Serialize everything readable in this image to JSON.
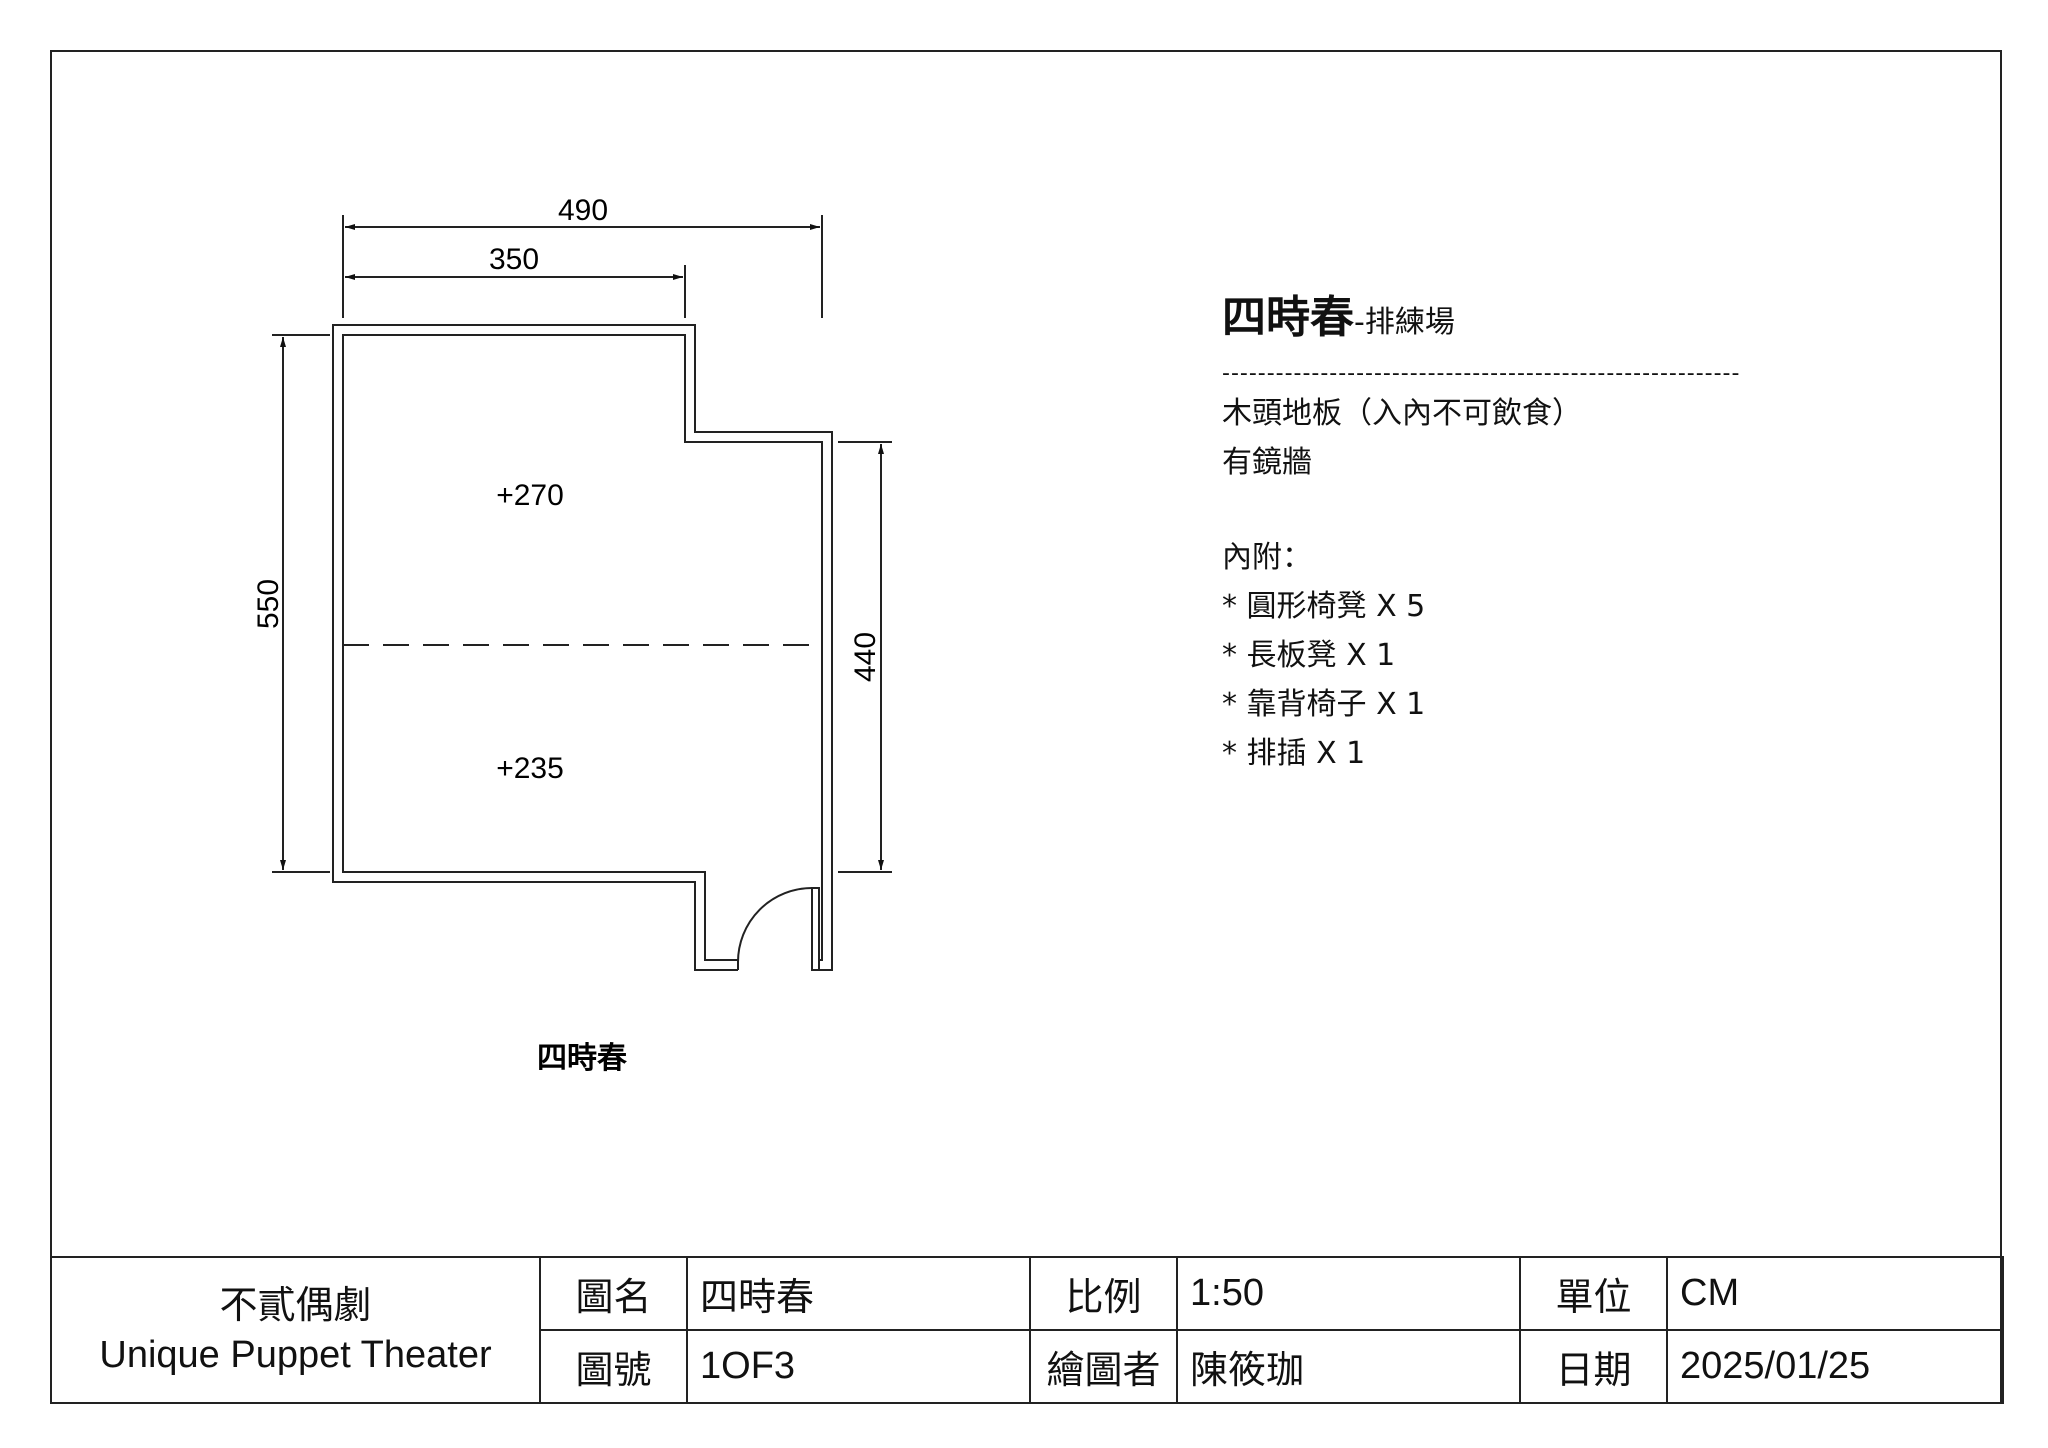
{
  "plan": {
    "dimensions": {
      "top_total": "490",
      "top_partial": "350",
      "left_height": "550",
      "right_height": "440"
    },
    "areas": {
      "upper": "+270",
      "lower": "+235"
    },
    "room_label": "四時春"
  },
  "info": {
    "title": "四時春",
    "title_suffix": "-排練場",
    "divider": "----------------------------------------------------------",
    "lines": [
      "木頭地板（入內不可飲食）",
      "有鏡牆"
    ],
    "included_label": "內附：",
    "items": [
      "* 圓形椅凳 X 5",
      "* 長板凳 X 1",
      "* 靠背椅子 X 1",
      "* 排插 X 1"
    ]
  },
  "title_block": {
    "company_zh": "不貳偶劇",
    "company_en": "Unique Puppet Theater",
    "drawing_name_label": "圖名",
    "drawing_name": "四時春",
    "scale_label": "比例",
    "scale": "1:50",
    "unit_label": "單位",
    "unit": "CM",
    "drawing_no_label": "圖號",
    "drawing_no": "1OF3",
    "drafter_label": "繪圖者",
    "drafter": "陳筱珈",
    "date_label": "日期",
    "date": "2025/01/25"
  }
}
